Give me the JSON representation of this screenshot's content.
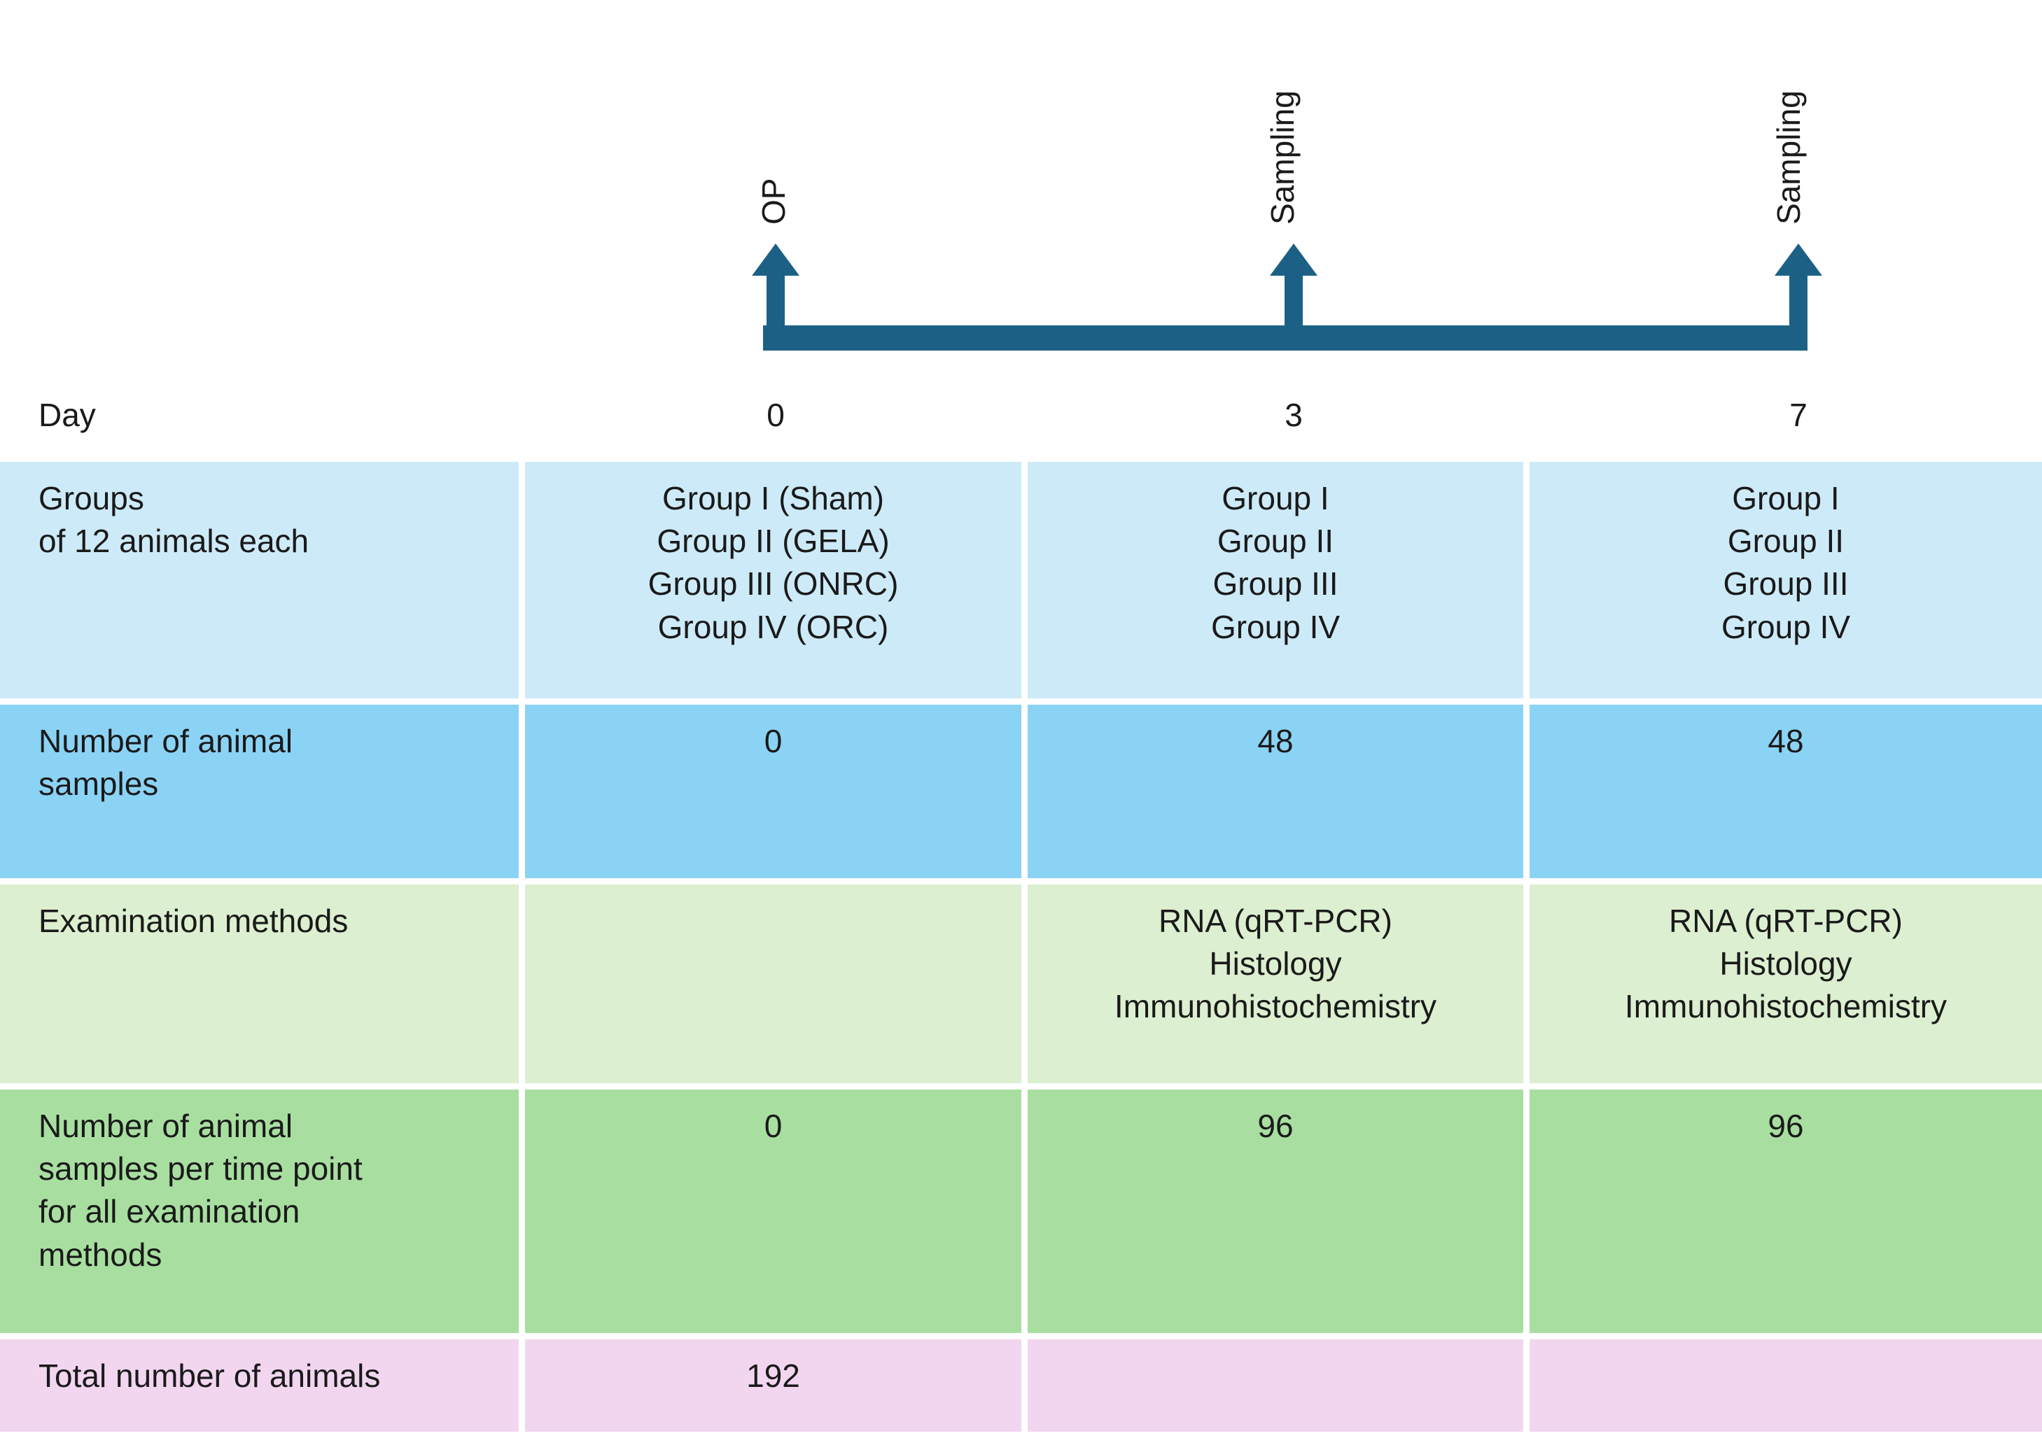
{
  "timeline": {
    "events": [
      {
        "label": "OP",
        "day": "0"
      },
      {
        "label": "Sampling",
        "day": "3"
      },
      {
        "label": "Sampling",
        "day": "7"
      }
    ],
    "day_axis_label": "Day",
    "accent_color": "#1c6185"
  },
  "table": {
    "rows": [
      {
        "label": "Groups\nof 12 animals each",
        "fill": "#cdeaf8",
        "cells": [
          "Group I (Sham)\nGroup II (GELA)\nGroup III (ONRC)\nGroup IV (ORC)",
          "Group I\nGroup II\nGroup III\nGroup IV",
          "Group I\nGroup II\nGroup III\nGroup IV"
        ]
      },
      {
        "label": "Number of animal\nsamples",
        "fill": "#8bd3f5",
        "cells": [
          "0",
          "48",
          "48"
        ]
      },
      {
        "label": "Examination methods",
        "fill": "#dcefd0",
        "cells": [
          "",
          "RNA (qRT-PCR)\nHistology\nImmunohistochemistry",
          "RNA (qRT-PCR)\nHistology\nImmunohistochemistry"
        ]
      },
      {
        "label": "Number of animal\nsamples per time point\nfor all examination\nmethods",
        "fill": "#a8dfa0",
        "cells": [
          "0",
          "96",
          "96"
        ]
      },
      {
        "label": "Total number of animals",
        "fill": "#f2d6f0",
        "cells": [
          "192",
          "",
          ""
        ]
      }
    ]
  }
}
